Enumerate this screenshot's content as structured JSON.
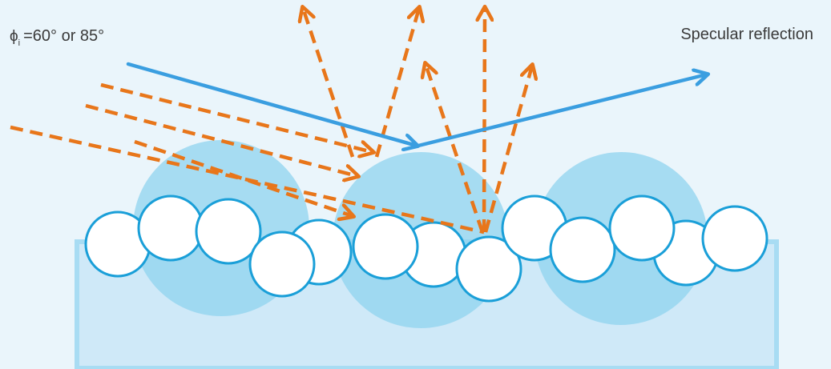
{
  "labels": {
    "angle_symbol": "ϕ",
    "angle_subscript": "i",
    "angle_text": "=60° or 85°",
    "specular": "Specular reflection"
  },
  "colors": {
    "background": "#eaf5fb",
    "substrate_fill": "#cfe9f8",
    "substrate_stroke": "#a8dcf3",
    "big_particle": "#8fd3ef",
    "small_particle_fill": "#ffffff",
    "small_particle_stroke": "#1a9fd8",
    "specular_ray": "#3a9ee0",
    "scatter_ray": "#e8761a"
  }
}
